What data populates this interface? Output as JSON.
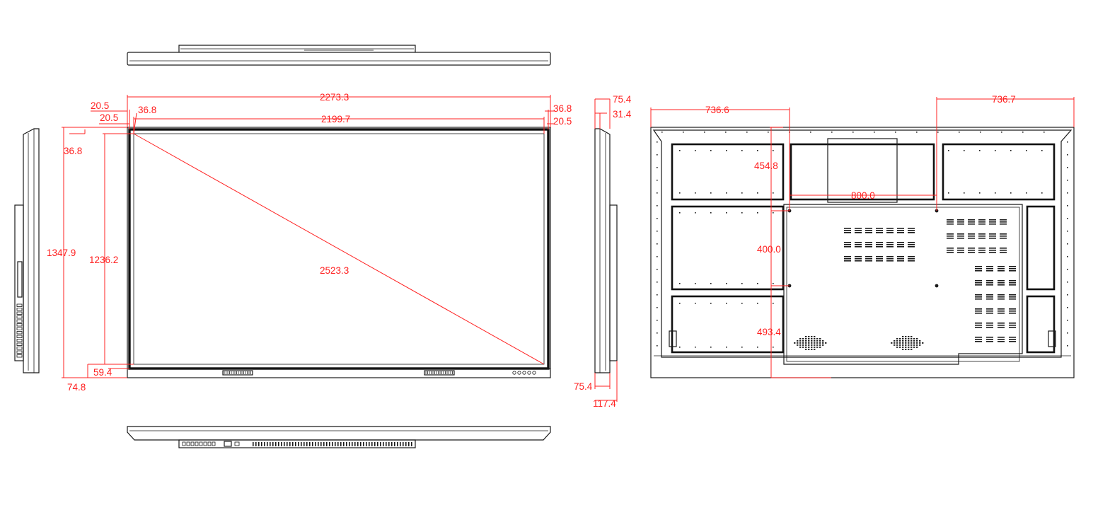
{
  "colors": {
    "line": "#1a1a1a",
    "dimension": "#ff2020",
    "background": "#ffffff"
  },
  "front_view": {
    "overall_width": "2273.3",
    "display_width": "2199.7",
    "diagonal": "2523.3",
    "overall_height": "1347.9",
    "display_height": "1236.2",
    "top_left_outer": "20.5",
    "top_left_inner": "20.5",
    "top_left_gap": "36.8",
    "left_gap": "36.8",
    "top_right_gap": "36.8",
    "top_right_inner": "20.5",
    "bottom_inner": "59.4",
    "bottom_outer": "74.8"
  },
  "side_view": {
    "depth_top": "75.4",
    "depth_panel": "31.4",
    "depth_bottom": "75.4",
    "depth_total": "117.4"
  },
  "rear_view": {
    "left_offset": "736.6",
    "right_offset": "736.7",
    "vesa_width": "800.0",
    "top_offset": "454.8",
    "vesa_height": "400.0",
    "bottom_offset": "493.4"
  }
}
